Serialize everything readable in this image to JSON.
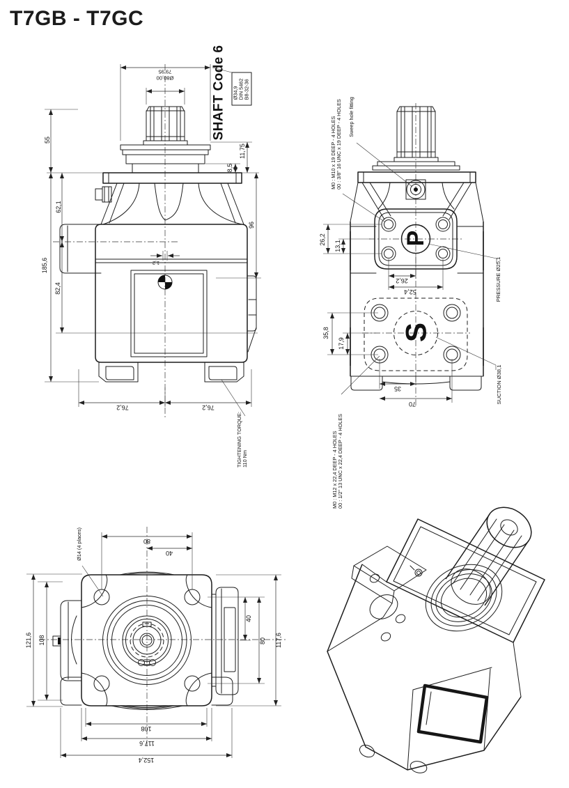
{
  "title": "T7GB - T7GC",
  "side": {
    "dia_line1": "Ø80,00",
    "dia_line2": "79,95",
    "d55": "55",
    "d62_1": "62,1",
    "d185_6": "185,6",
    "d82_4": "82,4",
    "d11_75": "11,75",
    "d8_5": "8,5",
    "d96": "96",
    "d1_2": "1,2",
    "d76_2_left": "76,2",
    "d76_2_right": "76,2",
    "shaft_code": "SHAFT Code 6",
    "shaft_box_1": "Ø34,9",
    "shaft_box_2": "DIN 5462",
    "shaft_box_3": "B8-32-36",
    "torque_1": "TIGHTENING TORQUE:",
    "torque_2": "110 Nm"
  },
  "port": {
    "sweep": "Sweep hole fitting",
    "top_holes_1": "M0 : M10 x 19 DEEP - 4 HOLES",
    "top_holes_2": "00 : 3/8\" 16 UNC x 19 DEEP - 4 HOLES",
    "p": "P",
    "s": "S",
    "d26_2_v": "26,2",
    "d13_1": "13,1",
    "d26_2_h": "26,2",
    "d52_4": "52,4",
    "pressure": "PRESSURE Ø25,1",
    "d35_8": "35,8",
    "d17_9": "17,9",
    "d35": "35",
    "d70": "70",
    "suction": "SUCTION Ø38,1",
    "bottom_holes_1": "M0 : M12 x 22,4 DEEP - 4 HOLES",
    "bottom_holes_2": "00 : 1/2\" 13 UNC x 22,4 DEEP - 4 HOLES"
  },
  "front": {
    "holes": "Ø14 (4 places)",
    "d80_top": "80",
    "d40_top": "40",
    "d121_6": "121,6",
    "d108_left": "108",
    "d40_right": "40",
    "d80_right": "80",
    "d117_6_right": "117,6",
    "d108_bottom": "108",
    "d117_6_bottom": "117,6",
    "d152_4": "152,4"
  }
}
